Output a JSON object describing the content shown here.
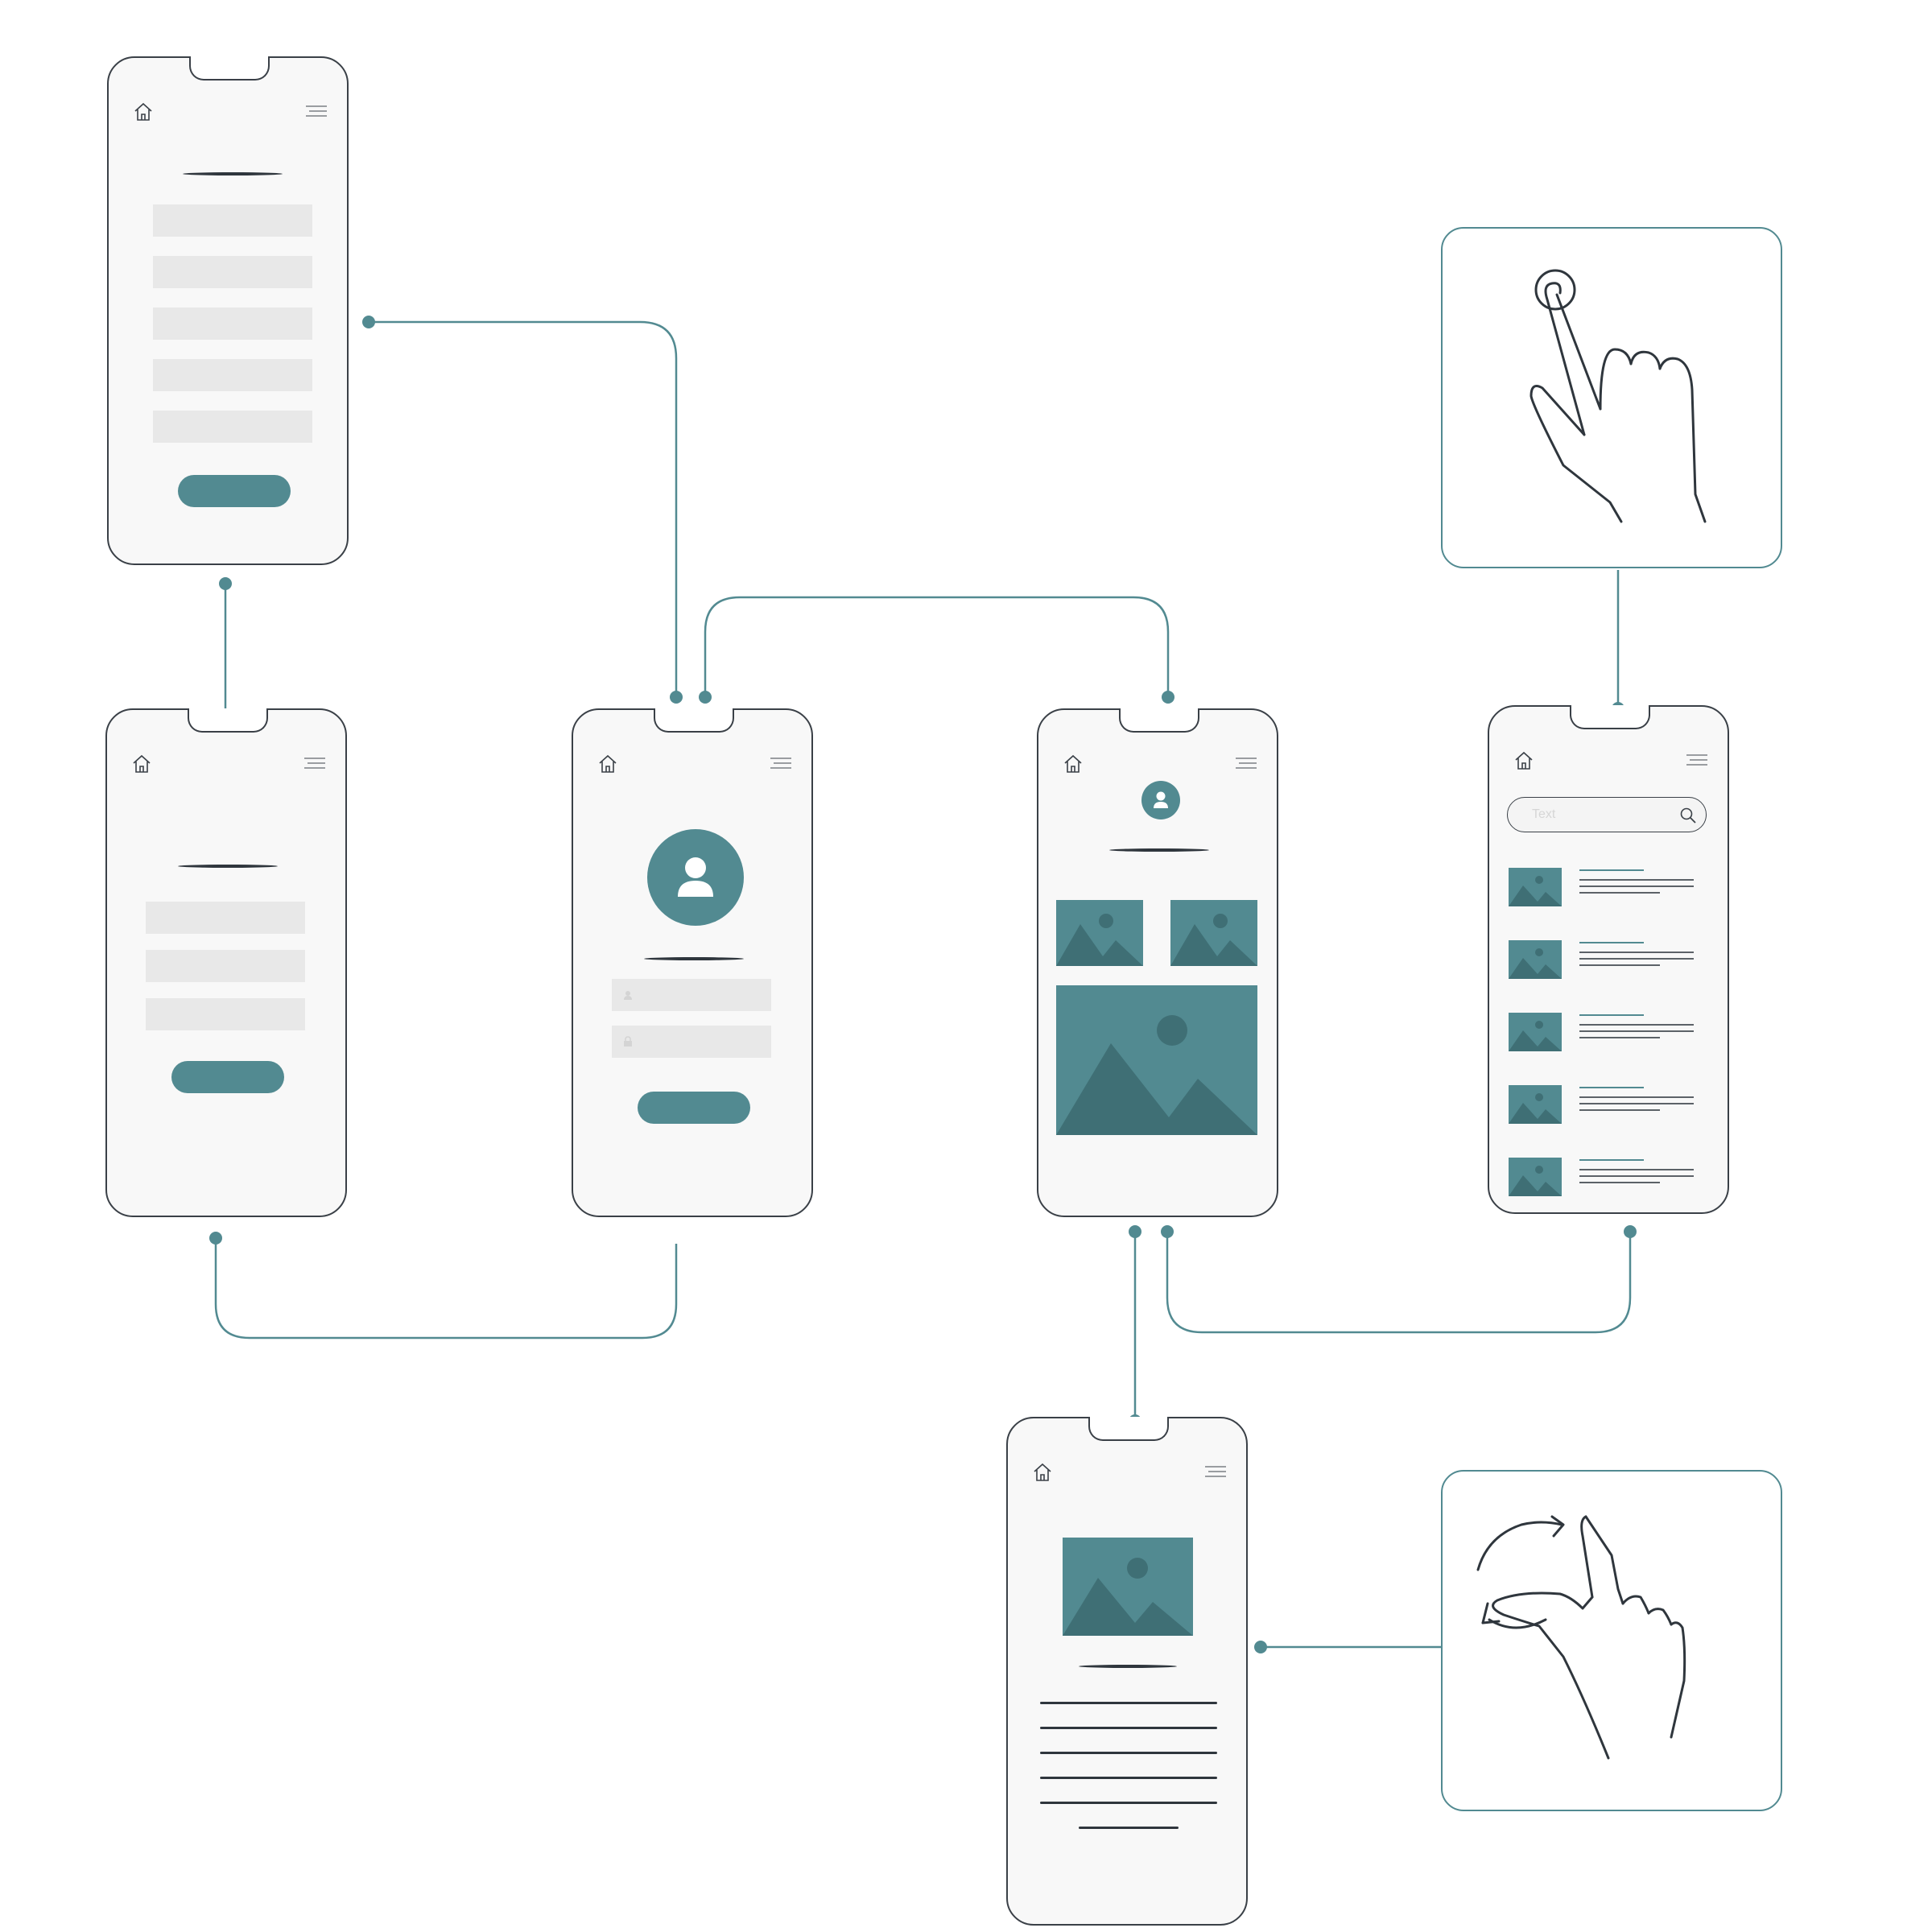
{
  "colors": {
    "accent": "#528a91",
    "accent_dark": "#3f6f75",
    "outline": "#3a4047",
    "field": "#e8e8e8",
    "screen_bg": "#f8f8f8"
  },
  "icons": {
    "home": "home-icon",
    "menu": "menu-icon",
    "user": "user-avatar-icon",
    "image": "image-placeholder-icon",
    "search": "search-icon",
    "lock": "lock-icon",
    "tap_gesture": "tap-gesture-icon",
    "rotate_gesture": "rotate-gesture-icon"
  },
  "screens": {
    "search_list": {
      "search_placeholder": "Text",
      "item_count": 5
    }
  },
  "gestures": [
    "tap",
    "rotate"
  ]
}
